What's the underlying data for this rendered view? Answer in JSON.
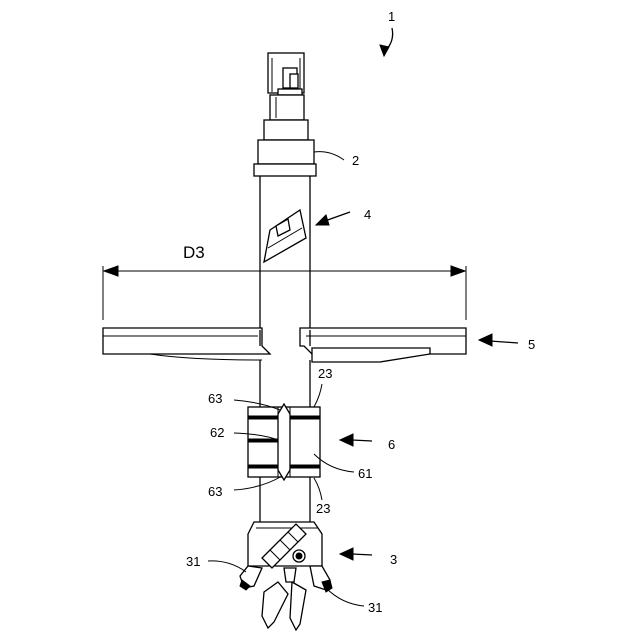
{
  "figure": {
    "labels": {
      "assembly": "1",
      "shank": "2",
      "bit_head": "3",
      "marker_part": "4",
      "plate": "5",
      "sleeve_assembly": "6",
      "diameter": "D3",
      "stop_ring": "23",
      "stop_ring_lower": "23",
      "bit_tip_left": "31",
      "bit_tip_right": "31",
      "sleeve": "61",
      "sleeve_slot": "62",
      "sleeve_edge_upper": "63",
      "sleeve_edge_lower": "63"
    }
  }
}
